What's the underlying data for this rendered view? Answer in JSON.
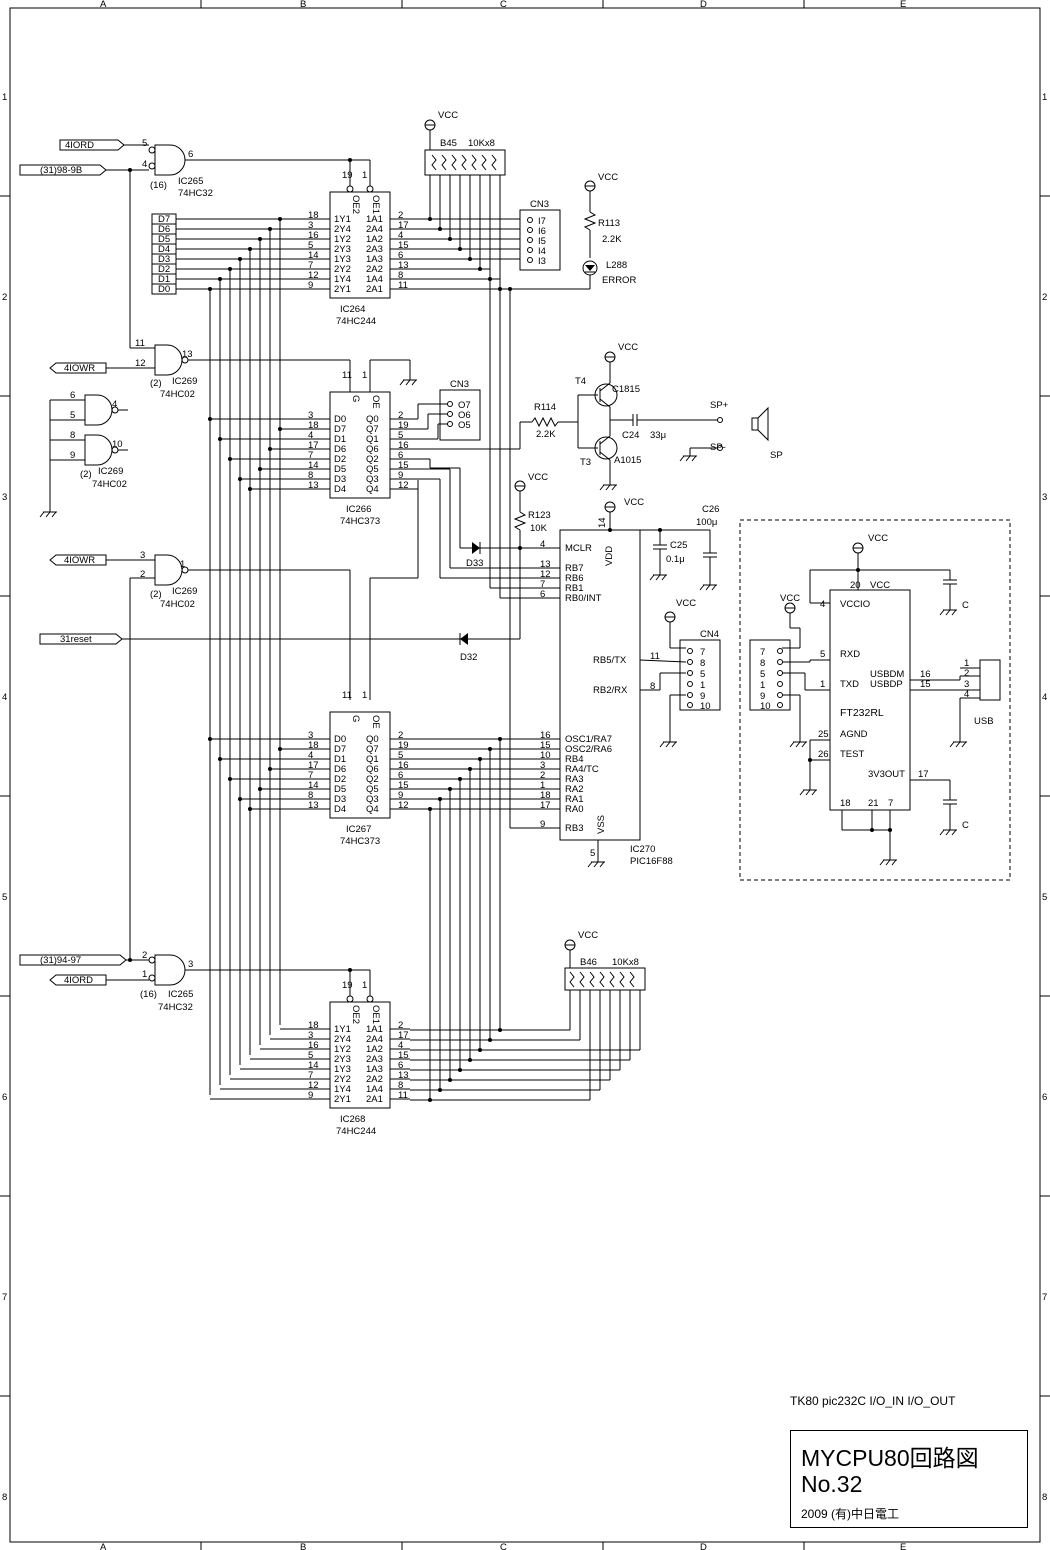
{
  "title_block": {
    "note": "TK80 pic232C I/O_IN I/O_OUT",
    "line1": "MYCPU80回路図",
    "line2": "No.32",
    "line3": "2009 (有)中日電工"
  },
  "border": {
    "columns": [
      "A",
      "B",
      "C",
      "D",
      "E"
    ],
    "rows": [
      "1",
      "2",
      "3",
      "4",
      "5",
      "6",
      "7",
      "8"
    ]
  },
  "signals": {
    "iord1": "4IORD",
    "addr98": "(31)98-9B",
    "iowr1": "4IOWR",
    "iowr2": "4IOWR",
    "reset": "31reset",
    "addr94": "(31)94-97",
    "iord2": "4IORD"
  },
  "data_bus": [
    "D7",
    "D6",
    "D5",
    "D4",
    "D3",
    "D2",
    "D1",
    "D0"
  ],
  "gates": {
    "ic265a": {
      "ref": "IC265",
      "part": "74HC32",
      "unit": "(16)",
      "pins": [
        "5",
        "4",
        "6"
      ]
    },
    "ic269a": {
      "ref": "IC269",
      "part": "74HC02",
      "unit": "(2)",
      "pins": [
        "11",
        "12",
        "13"
      ]
    },
    "ic269b": {
      "ref": "IC269",
      "part": "74HC02",
      "unit": "(2)",
      "pins": [
        "6",
        "5",
        "4",
        "8",
        "9",
        "10"
      ]
    },
    "ic269c": {
      "ref": "IC269",
      "part": "74HC02",
      "unit": "(2)",
      "pins": [
        "3",
        "2",
        "1"
      ]
    },
    "ic265b": {
      "ref": "IC265",
      "part": "74HC32",
      "unit": "(16)",
      "pins": [
        "2",
        "1",
        "3"
      ]
    }
  },
  "ic264": {
    "ref": "IC264",
    "part": "74HC244",
    "top_pins": [
      "19",
      "1"
    ],
    "top_labels": [
      "OE2",
      "OE1"
    ],
    "left_pins": [
      "18",
      "3",
      "16",
      "5",
      "14",
      "7",
      "12",
      "9"
    ],
    "left_labels": [
      "1Y1",
      "2Y4",
      "1Y2",
      "2Y3",
      "1Y3",
      "2Y2",
      "1Y4",
      "2Y1"
    ],
    "right_labels": [
      "1A1",
      "2A4",
      "1A2",
      "2A3",
      "1A3",
      "2A2",
      "1A4",
      "2A1"
    ],
    "right_pins": [
      "2",
      "17",
      "4",
      "15",
      "6",
      "13",
      "8",
      "11"
    ]
  },
  "ic268": {
    "ref": "IC268",
    "part": "74HC244",
    "top_pins": [
      "19",
      "1"
    ],
    "top_labels": [
      "OE2",
      "OE1"
    ],
    "left_pins": [
      "18",
      "3",
      "16",
      "5",
      "14",
      "7",
      "12",
      "9"
    ],
    "left_labels": [
      "1Y1",
      "2Y4",
      "1Y2",
      "2Y3",
      "1Y3",
      "2Y2",
      "1Y4",
      "2Y1"
    ],
    "right_labels": [
      "1A1",
      "2A4",
      "1A2",
      "2A3",
      "1A3",
      "2A2",
      "1A4",
      "2A1"
    ],
    "right_pins": [
      "2",
      "17",
      "4",
      "15",
      "6",
      "13",
      "8",
      "11"
    ]
  },
  "ic266": {
    "ref": "IC266",
    "part": "74HC373",
    "top_pins": [
      "11",
      "1"
    ],
    "top_labels": [
      "G",
      "OE"
    ],
    "left_pins": [
      "3",
      "18",
      "4",
      "17",
      "7",
      "14",
      "8",
      "13"
    ],
    "left_labels": [
      "D0",
      "D7",
      "D1",
      "D6",
      "D2",
      "D5",
      "D3",
      "D4"
    ],
    "right_labels": [
      "Q0",
      "Q7",
      "Q1",
      "Q6",
      "Q2",
      "Q5",
      "Q3",
      "Q4"
    ],
    "right_pins": [
      "2",
      "19",
      "5",
      "16",
      "6",
      "15",
      "9",
      "12"
    ]
  },
  "ic267": {
    "ref": "IC267",
    "part": "74HC373",
    "top_pins": [
      "11",
      "1"
    ],
    "top_labels": [
      "G",
      "OE"
    ],
    "left_pins": [
      "3",
      "18",
      "4",
      "17",
      "7",
      "14",
      "8",
      "13"
    ],
    "left_labels": [
      "D0",
      "D7",
      "D1",
      "D6",
      "D2",
      "D5",
      "D3",
      "D4"
    ],
    "right_labels": [
      "Q0",
      "Q7",
      "Q1",
      "Q6",
      "Q2",
      "Q5",
      "Q3",
      "Q4"
    ],
    "right_pins": [
      "2",
      "19",
      "5",
      "16",
      "6",
      "15",
      "9",
      "12"
    ]
  },
  "resnet_b45": {
    "ref": "B45",
    "value": "10Kx8",
    "power": "VCC"
  },
  "resnet_b46": {
    "ref": "B46",
    "value": "10Kx8",
    "power": "VCC"
  },
  "cn3_in": {
    "ref": "CN3",
    "pins": [
      "I7",
      "I6",
      "I5",
      "I4",
      "I3"
    ]
  },
  "cn3_out": {
    "ref": "CN3",
    "pins": [
      "O7",
      "O6",
      "O5"
    ]
  },
  "r113": {
    "ref": "R113",
    "value": "2.2K",
    "power": "VCC"
  },
  "l288": {
    "ref": "L288",
    "label": "ERROR"
  },
  "r114": {
    "ref": "R114",
    "value": "2.2K"
  },
  "t4": {
    "ref": "T4",
    "part": "C1815",
    "power": "VCC"
  },
  "t3": {
    "ref": "T3",
    "part": "A1015"
  },
  "c24": {
    "ref": "C24",
    "value": "33μ"
  },
  "speaker": {
    "ref": "SP",
    "plus": "SP+",
    "minus": "SP-"
  },
  "r123": {
    "ref": "R123",
    "value": "10K",
    "power": "VCC"
  },
  "d33": {
    "ref": "D33"
  },
  "d32": {
    "ref": "D32"
  },
  "c25": {
    "ref": "C25",
    "value": "0.1μ"
  },
  "c26": {
    "ref": "C26",
    "value": "100μ"
  },
  "pic": {
    "ref": "IC270",
    "part": "PIC16F88",
    "power": "VCC",
    "vdd_pin": "14",
    "vdd_label": "VDD",
    "vss_pin": "5",
    "vss_label": "VSS",
    "left_top": [
      {
        "pin": "4",
        "label": "MCLR"
      },
      {
        "pin": "13",
        "label": "RB7"
      },
      {
        "pin": "12",
        "label": "RB6"
      },
      {
        "pin": "7",
        "label": "RB1"
      },
      {
        "pin": "6",
        "label": "RB0/INT"
      }
    ],
    "left_bottom": [
      {
        "pin": "16",
        "label": "OSC1/RA7"
      },
      {
        "pin": "15",
        "label": "OSC2/RA6"
      },
      {
        "pin": "10",
        "label": "RB4"
      },
      {
        "pin": "3",
        "label": "RA4/TC"
      },
      {
        "pin": "2",
        "label": "RA3"
      },
      {
        "pin": "1",
        "label": "RA2"
      },
      {
        "pin": "18",
        "label": "RA1"
      },
      {
        "pin": "17",
        "label": "RA0"
      },
      {
        "pin": "9",
        "label": "RB3"
      }
    ],
    "right": [
      {
        "pin": "11",
        "label": "RB5/TX"
      },
      {
        "pin": "8",
        "label": "RB2/RX"
      }
    ]
  },
  "cn4": {
    "ref": "CN4",
    "power": "VCC",
    "pins": [
      "7",
      "8",
      "5",
      "1",
      "9",
      "10"
    ]
  },
  "usb_section": {
    "chip": "FT232RL",
    "power": "VCC",
    "vcc_pin": "20",
    "vcc_label": "VCC",
    "vccio_pin": "4",
    "vccio_label": "VCCIO",
    "rxd_pin": "5",
    "rxd_label": "RXD",
    "txd_pin": "1",
    "txd_label": "TXD",
    "usbdm_pin": "16",
    "usbdm_label": "USBDM",
    "usbdp_pin": "15",
    "usbdp_label": "USBDP",
    "agnd_pin": "25",
    "agnd_label": "AGND",
    "test_pin": "26",
    "test_label": "TEST",
    "v3out_pin": "17",
    "v3out_label": "3V3OUT",
    "bottom_pins": [
      "18",
      "21",
      "7"
    ],
    "cap_label": "C",
    "conn_power": "VCC",
    "conn_pins": [
      "7",
      "8",
      "5",
      "1",
      "9",
      "10"
    ],
    "usb_ref": "USB",
    "usb_pins": [
      "1",
      "2",
      "3",
      "4"
    ]
  }
}
